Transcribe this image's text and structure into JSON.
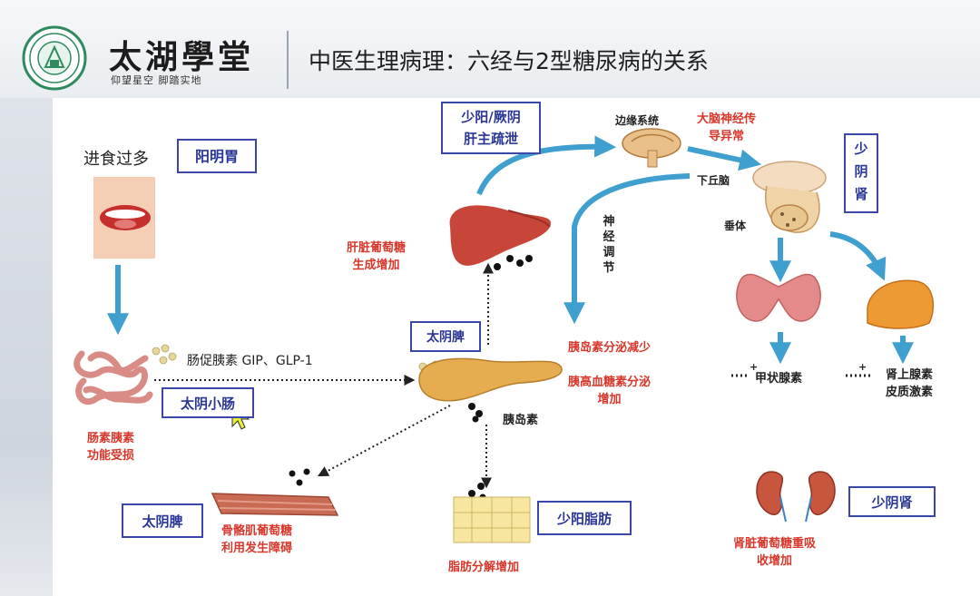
{
  "header": {
    "brand_name": "太湖學堂",
    "slogan": "仰望星空  脚踏实地",
    "title": "中医生理病理：六经与2型糖尿病的关系"
  },
  "diagram": {
    "meridian_boxes": {
      "yangming_stomach": "阳明胃",
      "shaoyang_jueyin": [
        "少阳/厥阴",
        "肝主疏泄"
      ],
      "shaoyin_kidney_top": [
        "少",
        "阴",
        "肾"
      ],
      "taiyin_spleen_mid": "太阴脾",
      "taiyin_small_intestine": "太阴小肠",
      "taiyin_spleen_bottom": "太阴脾",
      "shaoyang_fat": "少阳脂肪",
      "shaoyin_kidney_bottom": "少阴肾"
    },
    "labels": {
      "overeating": "进食过多",
      "incretin": "肠促胰素 GIP、GLP-1",
      "limbic_system": "边缘系统",
      "brain_nerve": [
        "大脑神经传",
        "导异常"
      ],
      "hypothalamus": "下丘脑",
      "pituitary": "垂体",
      "neural_regulation": "神经调节",
      "liver_glucose": [
        "肝脏葡萄糖",
        "生成增加"
      ],
      "insulin": "胰岛素",
      "insulin_secretion_decrease": "胰岛素分泌减少",
      "glucagon_increase": [
        "胰高血糖素分泌",
        "增加"
      ],
      "thyroid_hormone": "甲状腺素",
      "adrenal_hormone": [
        "肾上腺素",
        "皮质激素"
      ],
      "intestine_hormone": [
        "肠素胰素",
        "功能受损"
      ],
      "muscle_glucose": [
        "骨骼肌葡萄糖",
        "利用发生障碍"
      ],
      "fat_breakdown": "脂肪分解增加",
      "kidney_reabsorption": [
        "肾脏葡萄糖重吸",
        "收增加"
      ],
      "plus_sign": "+"
    }
  },
  "colors": {
    "box_border": "#3a47a8",
    "box_text": "#2a3696",
    "red_text": "#d8382c",
    "arrow_blue": "#3fa0cf"
  }
}
